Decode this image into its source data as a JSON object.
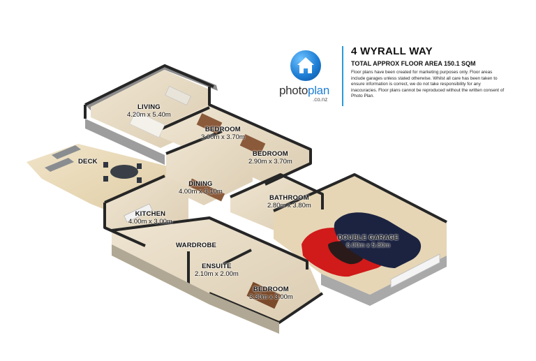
{
  "header": {
    "address": "4 WYRALL WAY",
    "area_line": "TOTAL APPROX FLOOR AREA 150.1 SQM",
    "disclaimer": "Floor plans have been created for marketing purposes only. Floor areas include garages unless stated otherwise. Whilst all care has been taken to ensure information is correct, we do not take responsibility for any inaccuracies. Floor plans cannot be reproduced without the written consent of Photo Plan."
  },
  "logo": {
    "word_a": "photo",
    "word_b": "plan",
    "sub": ".co.nz",
    "icon": "house-icon",
    "color": "#1f7fd6"
  },
  "rooms": [
    {
      "key": "living",
      "name": "LIVING",
      "dims": "4.20m x 5.40m"
    },
    {
      "key": "bedroom1",
      "name": "BEDROOM",
      "dims": "3.00m x 3.70m"
    },
    {
      "key": "bedroom2",
      "name": "BEDROOM",
      "dims": "2.90m x 3.70m"
    },
    {
      "key": "deck",
      "name": "DECK",
      "dims": ""
    },
    {
      "key": "dining",
      "name": "DINING",
      "dims": "4.00m x 3.10m"
    },
    {
      "key": "bathroom",
      "name": "BATHROOM",
      "dims": "2.80m x 3.80m"
    },
    {
      "key": "kitchen",
      "name": "KITCHEN",
      "dims": "4.00m x 3.00m"
    },
    {
      "key": "garage",
      "name": "DOUBLE GARAGE",
      "dims": "6.00m x 5.80m"
    },
    {
      "key": "wardrobe",
      "name": "WARDROBE",
      "dims": ""
    },
    {
      "key": "ensuite",
      "name": "ENSUITE",
      "dims": "2.10m x 2.00m"
    },
    {
      "key": "bedroom3",
      "name": "BEDROOM",
      "dims": "3.30m x 3.00m"
    }
  ],
  "colors": {
    "floor": "#e8dcc6",
    "wall_top": "#2b2b2b",
    "wall_side": "#9b9b9b",
    "deck": "#e9d9b8",
    "garage_floor": "#e2d2b2",
    "car_red": "#d11a1a",
    "car_navy": "#1c2340",
    "brand_blue": "#2a9ad6"
  }
}
